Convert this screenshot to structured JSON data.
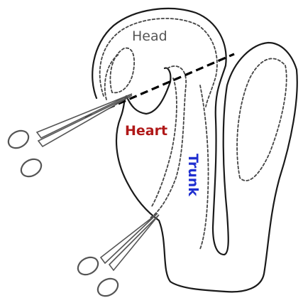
{
  "labels": {
    "head": "Head",
    "heart": "Heart",
    "trunk": "Trunk"
  },
  "colors": {
    "head": "#555555",
    "heart": "#b01818",
    "trunk": "#1f2fd0",
    "outline": "#1a1a1a"
  },
  "icons": {
    "scissors": "scissors-icon"
  }
}
